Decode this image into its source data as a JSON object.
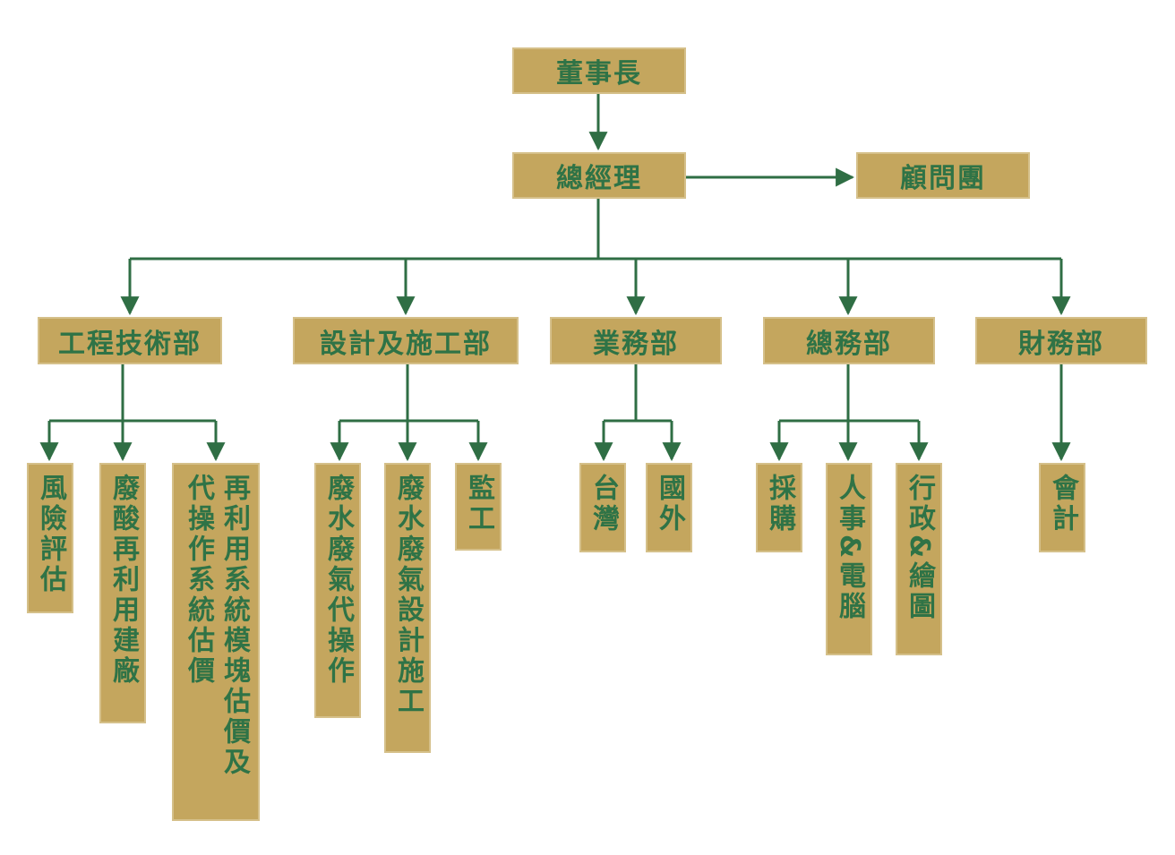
{
  "top": {
    "chairman": "董事長",
    "general_manager": "總經理",
    "advisory_group": "顧問團"
  },
  "departments": {
    "engineering": {
      "name": "工程技術部",
      "units": [
        "風險評估",
        "廢酸再利用建廠",
        "再利用系統模塊估價及代操作系統估價"
      ],
      "unit_columns": [
        [
          "風險評估"
        ],
        [
          "廢酸再利用建廠"
        ],
        [
          "再利用系統模塊估價及",
          "代操作系統估價"
        ]
      ]
    },
    "design_construction": {
      "name": "設計及施工部",
      "units": [
        "廢水廢氣代操作",
        "廢水廢氣設計施工",
        "監工"
      ]
    },
    "business": {
      "name": "業務部",
      "units": [
        "台灣",
        "國外"
      ]
    },
    "general_affairs": {
      "name": "總務部",
      "units": [
        "採購",
        "人事&電腦",
        "行政&繪圖"
      ]
    },
    "finance": {
      "name": "財務部",
      "units": [
        "會計"
      ]
    }
  },
  "colors": {
    "box_fill": "#c4a65e",
    "box_border": "#d5c08a",
    "text": "#2f7346",
    "connector": "#2f6e44"
  }
}
